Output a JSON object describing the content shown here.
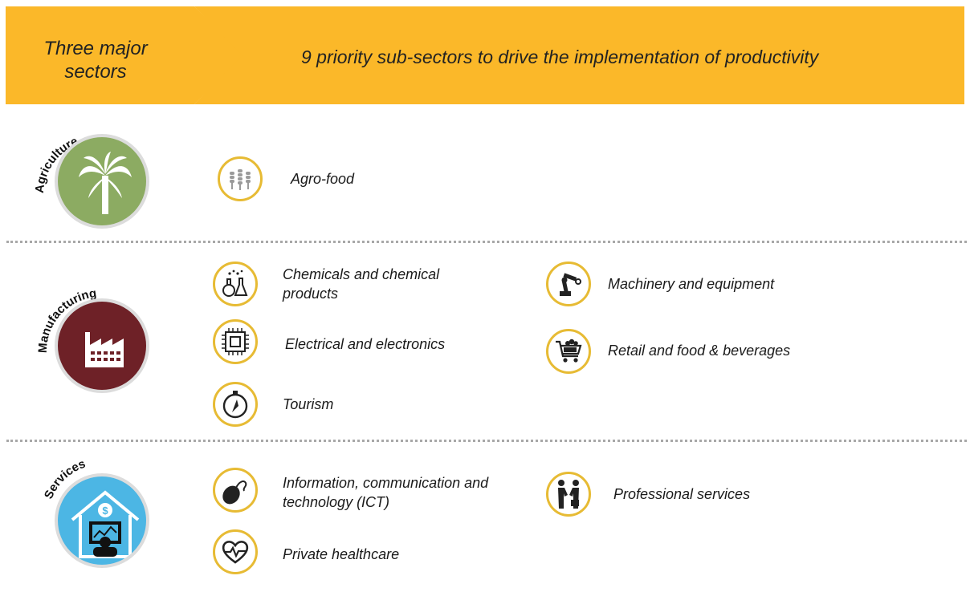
{
  "header": {
    "left_title": "Three major sectors",
    "right_title": "9 priority sub-sectors to drive the implementation of productivity"
  },
  "colors": {
    "banner": "#fbb829",
    "agriculture": "#8cab62",
    "manufacturing": "#6e2127",
    "services": "#4cb6e4",
    "icon_ring": "#e7bb34"
  },
  "sectors": [
    {
      "name": "Agriculture",
      "icon": "palm-tree-icon"
    },
    {
      "name": "Manufacturing",
      "icon": "factory-icon"
    },
    {
      "name": "Services",
      "icon": "services-house-computer-icon"
    }
  ],
  "subsectors": [
    {
      "label": "Agro-food",
      "icon": "wheat-icon"
    },
    {
      "label": "Chemicals and chemical products",
      "icon": "lab-flask-icon"
    },
    {
      "label": "Machinery and equipment",
      "icon": "robot-arm-icon"
    },
    {
      "label": "Electrical and electronics",
      "icon": "microchip-icon"
    },
    {
      "label": "Retail and food & beverages",
      "icon": "shopping-cart-icon"
    },
    {
      "label": "Tourism",
      "icon": "compass-icon"
    },
    {
      "label": "Information, communication and technology (ICT)",
      "icon": "computer-mouse-icon"
    },
    {
      "label": "Professional services",
      "icon": "handshake-icon"
    },
    {
      "label": "Private healthcare",
      "icon": "heart-pulse-icon"
    }
  ]
}
